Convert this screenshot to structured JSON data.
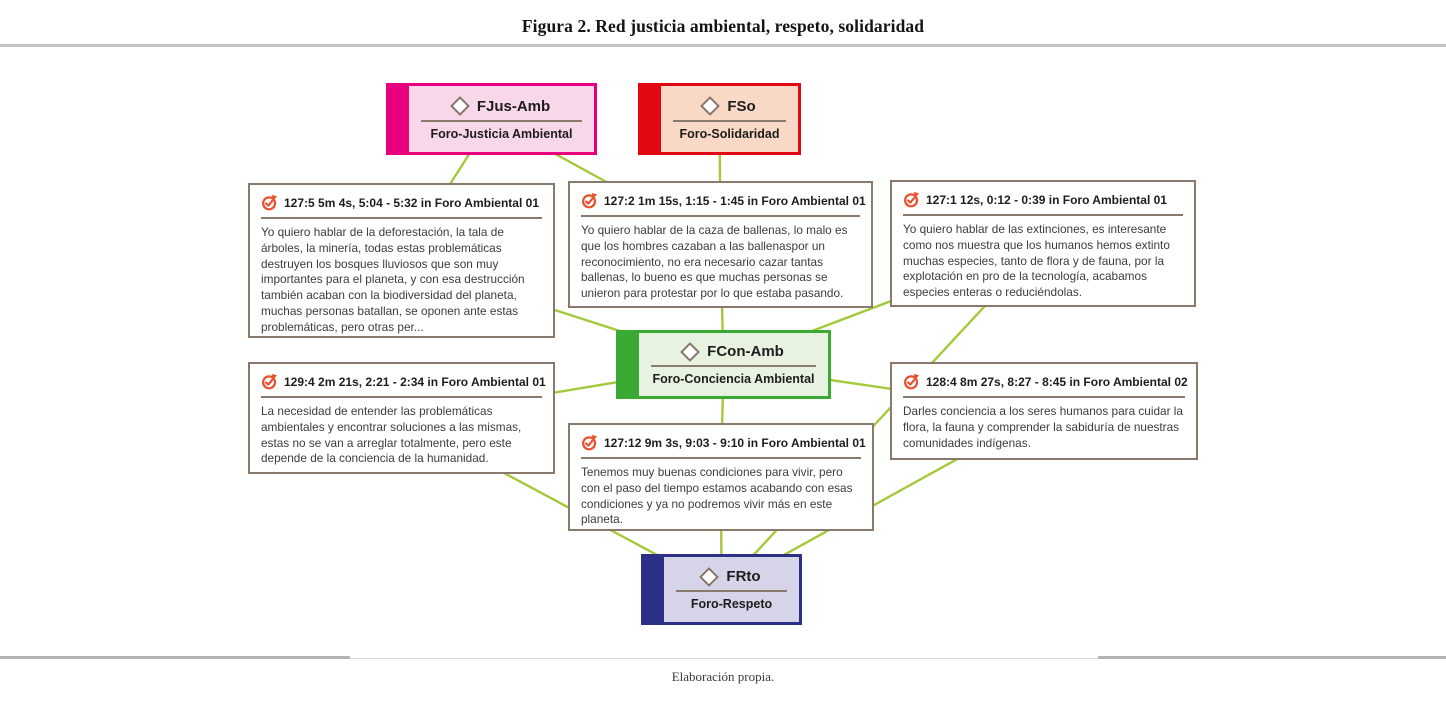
{
  "figure": {
    "title": "Figura 2. Red justicia ambiental, respeto, solidaridad",
    "footer": "Elaboración propia."
  },
  "colors": {
    "edge_line": "#a3c93a",
    "quote_border": "#8a7a6e",
    "quote_icon_orange": "#e8512d",
    "divider": "#8a7a6e"
  },
  "icons": {
    "code": "diamond-icon",
    "quotation": "check-circle-icon"
  },
  "codes": [
    {
      "id": "FJusAmb",
      "short": "FJus-Amb",
      "full": "Foro-Justicia Ambiental",
      "accent_color": "#e6007e",
      "fill_color": "#f8d7eb"
    },
    {
      "id": "FSo",
      "short": "FSo",
      "full": "Foro-Solidaridad",
      "accent_color": "#e30613",
      "fill_color": "#f9d8c5"
    },
    {
      "id": "FConAmb",
      "short": "FCon-Amb",
      "full": "Foro-Conciencia Ambiental",
      "accent_color": "#3aaa35",
      "fill_color": "#e7f2e0"
    },
    {
      "id": "FRto",
      "short": "FRto",
      "full": "Foro-Respeto",
      "accent_color": "#2d3087",
      "fill_color": "#d5d4e9"
    }
  ],
  "quotes": [
    {
      "id": "q127_5",
      "header": "127:5 5m 4s, 5:04 - 5:32 in Foro Ambiental 01",
      "body": "Yo quiero hablar de la deforestación, la tala de árboles, la minería, todas estas problemáticas destruyen los bosques lluviosos que son muy importantes para el planeta, y con esa destrucción también acaban con la biodiversidad del planeta, muchas personas batallan, se oponen ante estas problemáticas, pero otras per..."
    },
    {
      "id": "q127_2",
      "header": "127:2 1m 15s, 1:15 - 1:45 in Foro Ambiental 01",
      "body": "Yo quiero hablar de la caza de ballenas, lo malo es que los hombres cazaban a las ballenaspor un reconocimiento, no era necesario cazar tantas ballenas, lo bueno es que muchas personas se unieron para protestar por lo que estaba pasando."
    },
    {
      "id": "q127_1",
      "header": "127:1 12s, 0:12 - 0:39 in Foro Ambiental 01",
      "body": "Yo quiero hablar de las extinciones, es interesante como nos muestra que los humanos hemos extinto muchas especies, tanto de flora y de fauna, por la explotación en pro de la tecnología, acabamos especies enteras o reduciéndolas."
    },
    {
      "id": "q129_4",
      "header": "129:4 2m 21s, 2:21 - 2:34 in Foro Ambiental 01",
      "body": "La necesidad de entender las problemáticas ambientales y encontrar soluciones a las mismas, estas no se van a arreglar totalmente, pero este depende de la conciencia de la humanidad."
    },
    {
      "id": "q128_4",
      "header": "128:4 8m 27s, 8:27 - 8:45 in Foro Ambiental 02",
      "body": "Darles conciencia a los seres humanos para cuidar la flora, la fauna y comprender la sabiduría de nuestras comunidades indígenas."
    },
    {
      "id": "q127_12",
      "header": "127:12 9m 3s, 9:03 - 9:10 in Foro Ambiental 01",
      "body": "Tenemos muy buenas condiciones para vivir, pero con el paso del tiempo estamos acabando con esas condiciones y ya no podremos vivir más en este planeta."
    }
  ],
  "edges": [
    [
      "FJusAmb",
      "q127_5"
    ],
    [
      "FJusAmb",
      "q127_2"
    ],
    [
      "FSo",
      "q127_2"
    ],
    [
      "FConAmb",
      "q127_5"
    ],
    [
      "FConAmb",
      "q127_2"
    ],
    [
      "FConAmb",
      "q127_1"
    ],
    [
      "FConAmb",
      "q129_4"
    ],
    [
      "FConAmb",
      "q127_12"
    ],
    [
      "FConAmb",
      "q128_4"
    ],
    [
      "FRto",
      "q129_4"
    ],
    [
      "FRto",
      "q127_12"
    ],
    [
      "FRto",
      "q128_4"
    ],
    [
      "FRto",
      "q127_1"
    ]
  ]
}
